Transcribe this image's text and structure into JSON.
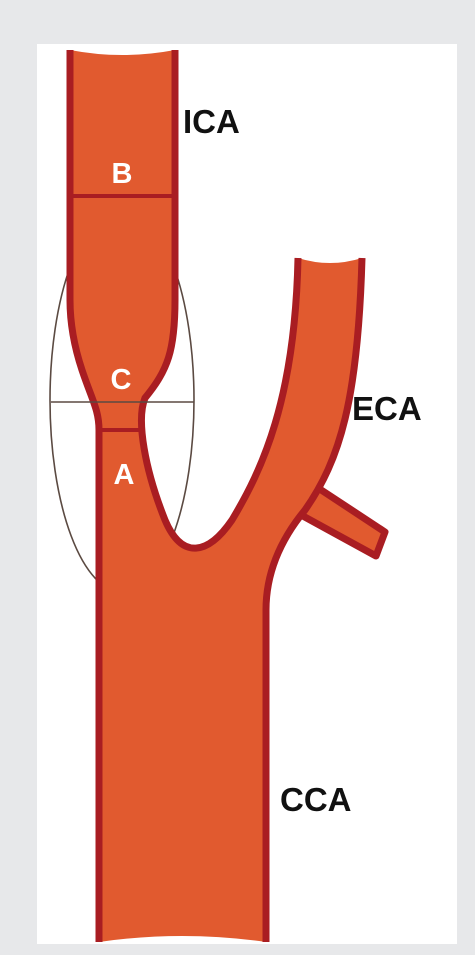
{
  "diagram": {
    "vessels": {
      "ica": "ICA",
      "eca": "ECA",
      "cca": "CCA"
    },
    "segments": {
      "a": "A",
      "b": "B",
      "c": "C"
    },
    "colors": {
      "vessel_fill": "#e15a2f",
      "vessel_wall": "#a91d22",
      "ellipse_line": "#5b4a42",
      "background": "#e7e8ea"
    }
  }
}
